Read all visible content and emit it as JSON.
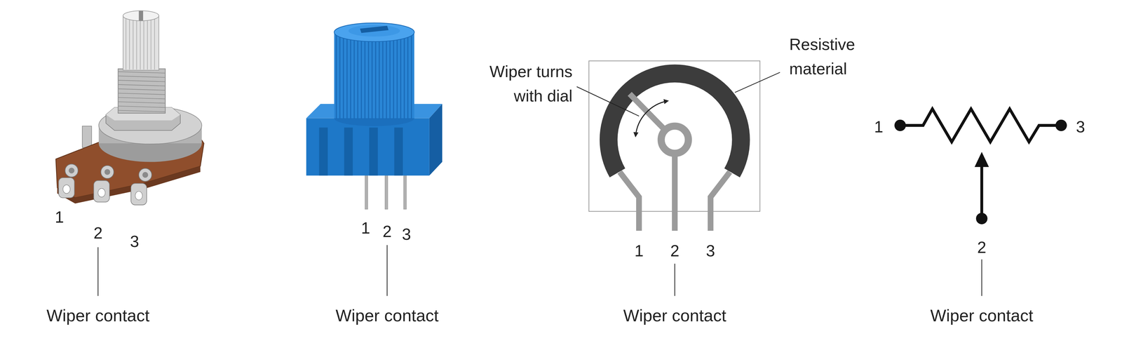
{
  "diagram": {
    "labels": [
      "1",
      "2",
      "3",
      "Wiper contact",
      "1",
      "2",
      "3",
      "Wiper contact",
      "Wiper turns with dial",
      "Resistive material",
      "1",
      "2",
      "3",
      "Wiper contact",
      "1",
      "3",
      "2",
      "Wiper contact"
    ]
  }
}
